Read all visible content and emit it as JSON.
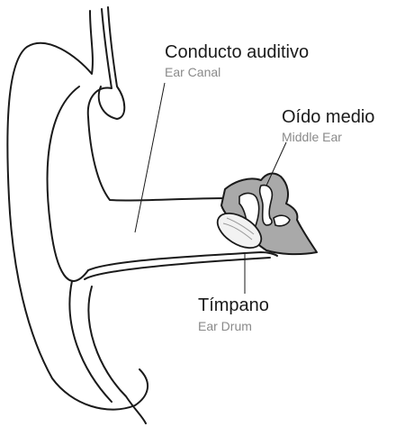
{
  "labels": {
    "canal": {
      "es": "Conducto auditivo",
      "en": "Ear Canal"
    },
    "middle_ear": {
      "es": "Oído medio",
      "en": "Middle Ear"
    },
    "ear_drum": {
      "es": "Tímpano",
      "en": "Ear Drum"
    }
  },
  "colors": {
    "outline": "#1a1a1a",
    "middle_ear_fill": "#a9a9a9",
    "ossicle_fill": "#ffffff",
    "eardrum_fill": "#f2f2f2"
  }
}
